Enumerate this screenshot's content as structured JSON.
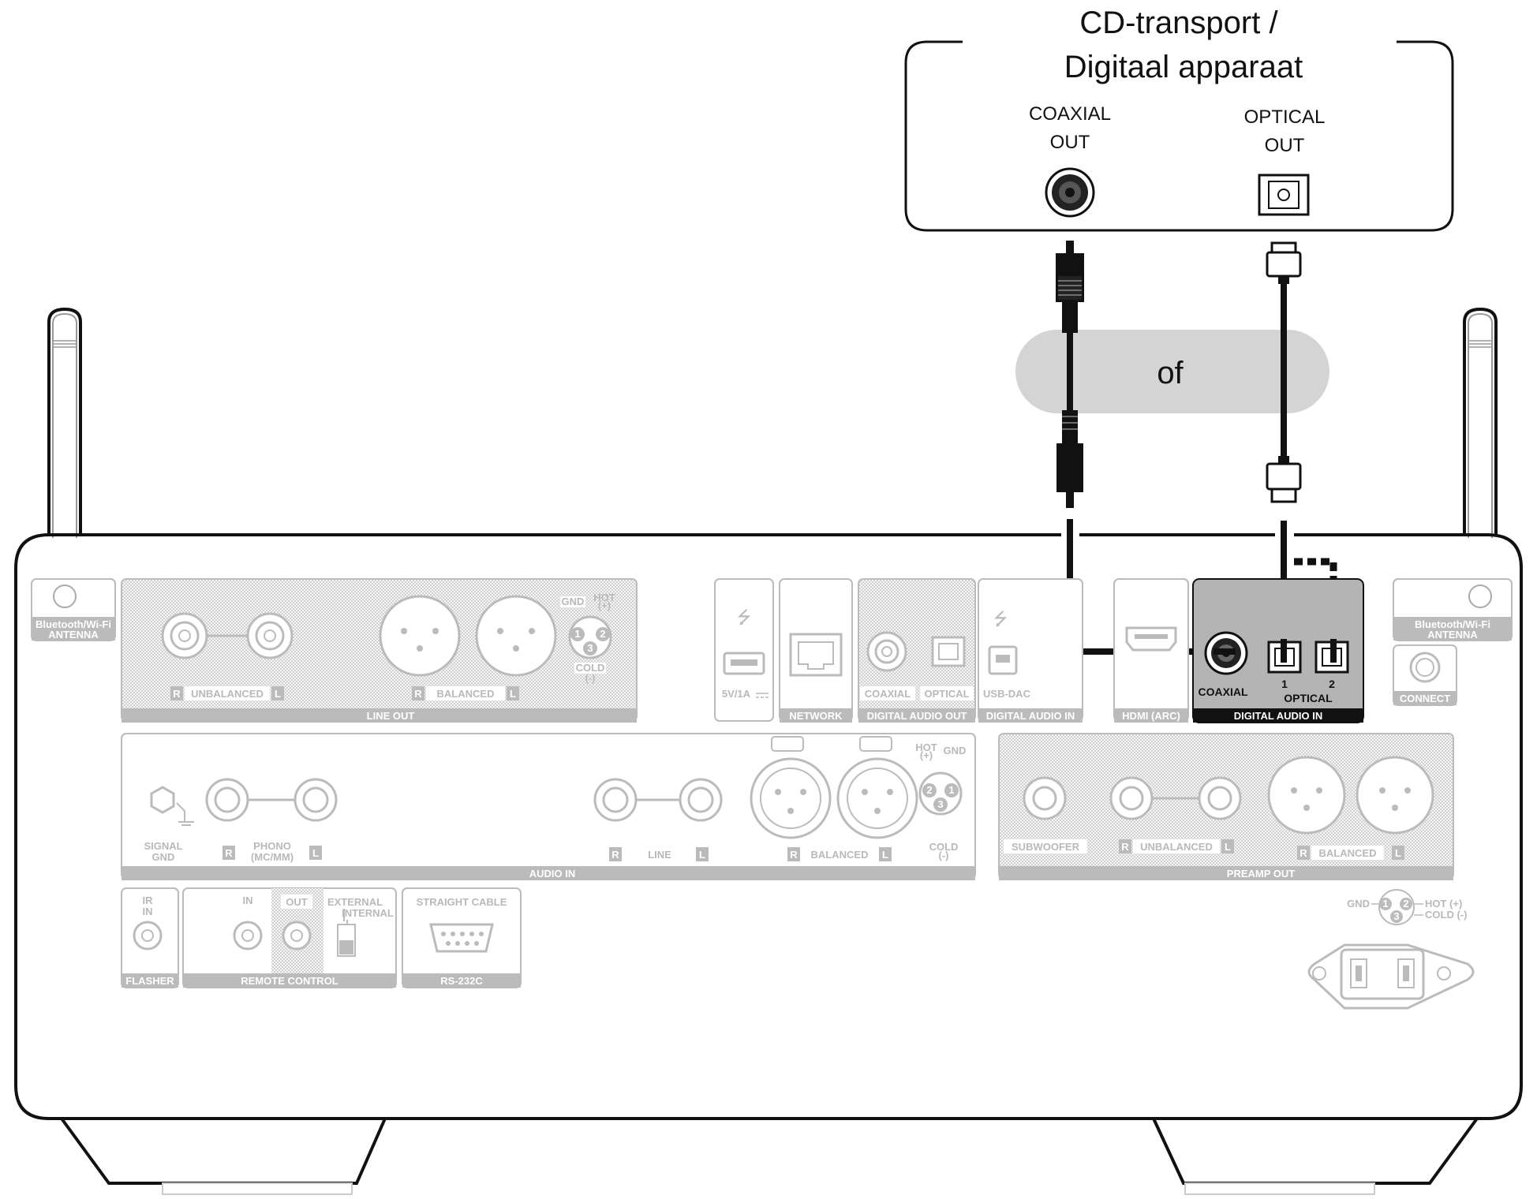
{
  "device": {
    "title_line1": "CD-transport /",
    "title_line2": "Digitaal apparaat",
    "coaxial_out_line1": "COAXIAL",
    "coaxial_out_line2": "OUT",
    "optical_out_line1": "OPTICAL",
    "optical_out_line2": "OUT"
  },
  "or_label": "of",
  "antenna": {
    "line1": "Bluetooth/Wi-Fi",
    "line2": "ANTENNA"
  },
  "line_out": {
    "section": "LINE OUT",
    "unbalanced": "UNBALANCED",
    "balanced": "BALANCED",
    "r": "R",
    "l": "L",
    "gnd": "GND",
    "hot": "HOT",
    "hot_sign": "(+)",
    "cold": "COLD",
    "cold_sign": "(-)"
  },
  "usb": {
    "label": "5V/1A"
  },
  "network": {
    "label": "NETWORK"
  },
  "digital_audio_out": {
    "section": "DIGITAL AUDIO OUT",
    "coaxial": "COAXIAL",
    "optical": "OPTICAL"
  },
  "usb_dac": {
    "label": "USB-DAC",
    "section": "DIGITAL AUDIO IN"
  },
  "hdmi": {
    "label": "HDMI (ARC)"
  },
  "digital_audio_in": {
    "section": "DIGITAL AUDIO IN",
    "coaxial": "COAXIAL",
    "optical": "OPTICAL",
    "port1": "1",
    "port2": "2"
  },
  "connect": {
    "label": "CONNECT"
  },
  "audio_in": {
    "section": "AUDIO IN",
    "signal_gnd_line1": "SIGNAL",
    "signal_gnd_line2": "GND",
    "phono_line1": "PHONO",
    "phono_line2": "(MC/MM)",
    "line": "LINE",
    "balanced": "BALANCED",
    "r": "R",
    "l": "L",
    "hot": "HOT",
    "hot_sign": "(+)",
    "gnd": "GND",
    "cold": "COLD",
    "cold_sign": "(-)"
  },
  "preamp_out": {
    "section": "PREAMP OUT",
    "subwoofer": "SUBWOOFER",
    "unbalanced": "UNBALANCED",
    "balanced": "BALANCED",
    "r": "R",
    "l": "L"
  },
  "flasher": {
    "line1": "IR",
    "line2": "IN",
    "section": "FLASHER"
  },
  "remote_control": {
    "section": "REMOTE CONTROL",
    "in": "IN",
    "out": "OUT",
    "external": "EXTERNAL",
    "internal": "INTERNAL"
  },
  "rs232c": {
    "label": "STRAIGHT CABLE",
    "section": "RS-232C"
  },
  "pin_legend": {
    "gnd": "GND",
    "hot": "HOT (+)",
    "cold": "COLD (-)"
  },
  "pins": {
    "p1": "1",
    "p2": "2",
    "p3": "3"
  }
}
